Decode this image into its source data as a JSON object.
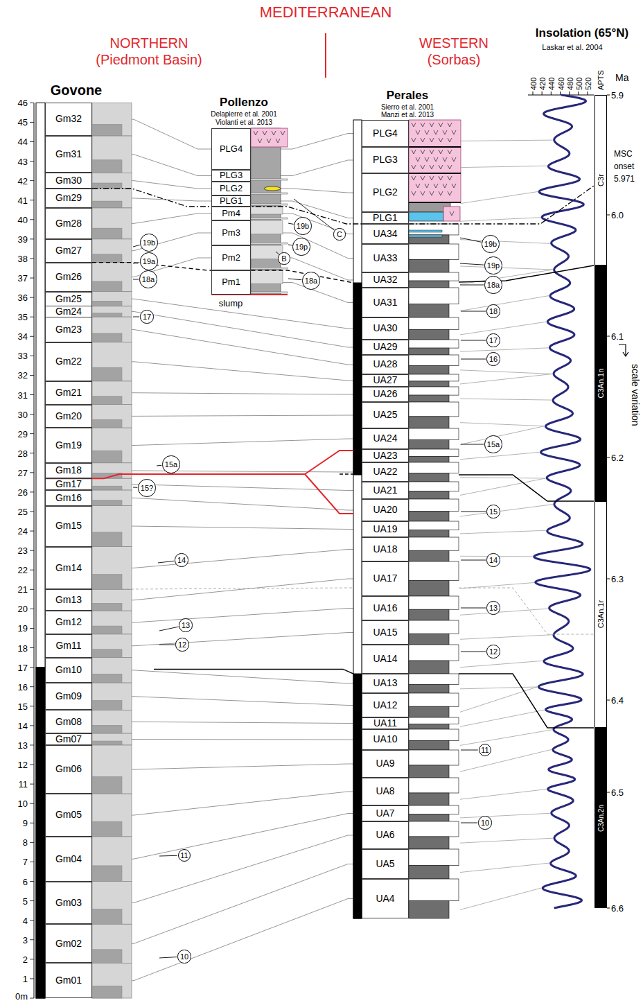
{
  "diagram": {
    "title": "MEDITERRANEAN",
    "nodes": [
      {
        "text": [
          "Gm32"
        ]
      },
      {
        "text": [
          "Gm31"
        ]
      },
      {
        "text": [
          "Gm30"
        ]
      },
      {
        "text": [
          "Gm29"
        ]
      },
      {
        "text": [
          "Gm28"
        ]
      },
      {
        "text": [
          "Gm27"
        ]
      },
      {
        "text": [
          "Gm26"
        ]
      },
      {
        "text": [
          "Gm25"
        ]
      },
      {
        "text": [
          "Gm24"
        ]
      },
      {
        "text": [
          "Gm23"
        ]
      },
      {
        "text": [
          "Gm22"
        ]
      },
      {
        "text": [
          "Gm21"
        ]
      },
      {
        "text": [
          "Gm20"
        ]
      },
      {
        "text": [
          "Gm19"
        ]
      },
      {
        "text": [
          "Gm18"
        ]
      },
      {
        "text": [
          "Gm17"
        ]
      },
      {
        "text": [
          "Gm16"
        ]
      },
      {
        "text": [
          "Gm15"
        ]
      },
      {
        "text": [
          "Gm14"
        ]
      },
      {
        "text": [
          "Gm13"
        ]
      },
      {
        "text": [
          "Gm12"
        ]
      },
      {
        "text": [
          "Gm11"
        ]
      },
      {
        "text": [
          "Gm10"
        ]
      },
      {
        "text": [
          "Gm09"
        ]
      },
      {
        "text": [
          "Gm08"
        ]
      },
      {
        "text": [
          "Gm07"
        ]
      },
      {
        "text": [
          "Gm06"
        ]
      },
      {
        "text": [
          "Gm05"
        ]
      },
      {
        "text": [
          "Gm04"
        ]
      },
      {
        "text": [
          "Gm03"
        ]
      },
      {
        "text": [
          "Gm02"
        ]
      },
      {
        "text": [
          "Gm01"
        ]
      },
      {
        "text": [
          "19b"
        ]
      },
      {
        "text": [
          "19a"
        ]
      },
      {
        "text": [
          "18a"
        ]
      },
      {
        "text": [
          "17"
        ]
      },
      {
        "text": [
          "15a"
        ]
      },
      {
        "text": [
          "15?"
        ]
      },
      {
        "text": [
          "14"
        ]
      },
      {
        "text": [
          "13"
        ]
      },
      {
        "text": [
          "12"
        ]
      },
      {
        "text": [
          "11"
        ]
      },
      {
        "text": [
          "10"
        ]
      },
      {
        "text": [
          "PLG4"
        ]
      },
      {
        "text": [
          "PLG3"
        ]
      },
      {
        "text": [
          "PLG2"
        ]
      },
      {
        "text": [
          "PLG1"
        ]
      },
      {
        "text": [
          "Pm4"
        ]
      },
      {
        "text": [
          "Pm3"
        ]
      },
      {
        "text": [
          "Pm2"
        ]
      },
      {
        "text": [
          "Pm1"
        ]
      },
      {
        "text": [
          "19b"
        ]
      },
      {
        "text": [
          "C"
        ]
      },
      {
        "text": [
          "19p"
        ]
      },
      {
        "text": [
          "B"
        ]
      },
      {
        "text": [
          "18a"
        ]
      },
      {
        "text": [
          "PLG4"
        ]
      },
      {
        "text": [
          "PLG3"
        ]
      },
      {
        "text": [
          "PLG2"
        ]
      },
      {
        "text": [
          "PLG1"
        ]
      },
      {
        "text": [
          "UA34"
        ]
      },
      {
        "text": [
          "UA33"
        ]
      },
      {
        "text": [
          "UA32"
        ]
      },
      {
        "text": [
          "UA31"
        ]
      },
      {
        "text": [
          "UA30"
        ]
      },
      {
        "text": [
          "UA29"
        ]
      },
      {
        "text": [
          "UA28"
        ]
      },
      {
        "text": [
          "UA27"
        ]
      },
      {
        "text": [
          "UA26"
        ]
      },
      {
        "text": [
          "UA25"
        ]
      },
      {
        "text": [
          "UA24"
        ]
      },
      {
        "text": [
          "UA23"
        ]
      },
      {
        "text": [
          "UA22"
        ]
      },
      {
        "text": [
          "UA21"
        ]
      },
      {
        "text": [
          "UA20"
        ]
      },
      {
        "text": [
          "UA19"
        ]
      },
      {
        "text": [
          "UA18"
        ]
      },
      {
        "text": [
          "UA17"
        ]
      },
      {
        "text": [
          "UA16"
        ]
      },
      {
        "text": [
          "UA15"
        ]
      },
      {
        "text": [
          "UA14"
        ]
      },
      {
        "text": [
          "UA13"
        ]
      },
      {
        "text": [
          "UA12"
        ]
      },
      {
        "text": [
          "UA11"
        ]
      },
      {
        "text": [
          "UA10"
        ]
      },
      {
        "text": [
          "UA9"
        ]
      },
      {
        "text": [
          "UA8"
        ]
      },
      {
        "text": [
          "UA7"
        ]
      },
      {
        "text": [
          "UA6"
        ]
      },
      {
        "text": [
          "UA5"
        ]
      },
      {
        "text": [
          "UA4"
        ]
      },
      {
        "text": [
          "19b"
        ]
      },
      {
        "text": [
          "19p"
        ]
      },
      {
        "text": [
          "18a"
        ]
      },
      {
        "text": [
          "18"
        ]
      },
      {
        "text": [
          "17"
        ]
      },
      {
        "text": [
          "16"
        ]
      },
      {
        "text": [
          "15a"
        ]
      },
      {
        "text": [
          "15"
        ]
      },
      {
        "text": [
          "14"
        ]
      },
      {
        "text": [
          "13"
        ]
      },
      {
        "text": [
          "12"
        ]
      },
      {
        "text": [
          "11"
        ]
      },
      {
        "text": [
          "10"
        ]
      },
      {
        "text": [
          "C3r"
        ]
      },
      {
        "text": [
          "C3An.1n"
        ]
      },
      {
        "text": [
          "C3An.1r"
        ]
      },
      {
        "text": [
          "C3An.2n"
        ]
      }
    ],
    "edges": [
      {
        "from": 0,
        "to": 43,
        "arrow": "none"
      },
      {
        "from": 1,
        "to": 44,
        "arrow": "none"
      },
      {
        "from": 2,
        "to": 45,
        "arrow": "none"
      },
      {
        "from": 3,
        "to": 46,
        "arrow": "none"
      },
      {
        "from": 4,
        "to": 47,
        "arrow": "none"
      },
      {
        "from": 5,
        "to": 48,
        "arrow": "none"
      },
      {
        "from": 6,
        "to": 49,
        "arrow": "none"
      },
      {
        "from": 43,
        "to": 56,
        "arrow": "none"
      },
      {
        "from": 44,
        "to": 57,
        "arrow": "none"
      },
      {
        "from": 45,
        "to": 58,
        "arrow": "none"
      },
      {
        "from": 46,
        "to": 59,
        "arrow": "none"
      },
      {
        "from": 47,
        "to": 60,
        "arrow": "none"
      },
      {
        "from": 48,
        "to": 61,
        "arrow": "none"
      },
      {
        "from": 49,
        "to": 62,
        "arrow": "none"
      },
      {
        "from": 50,
        "to": 63,
        "arrow": "none"
      },
      {
        "from": 7,
        "to": 64,
        "arrow": "none"
      },
      {
        "from": 8,
        "to": 65,
        "arrow": "none"
      },
      {
        "from": 9,
        "to": 66,
        "arrow": "none"
      },
      {
        "from": 10,
        "to": 67,
        "arrow": "none"
      },
      {
        "from": 11,
        "to": 68,
        "arrow": "none"
      },
      {
        "from": 12,
        "to": 69,
        "arrow": "none"
      },
      {
        "from": 13,
        "to": 70,
        "arrow": "none"
      },
      {
        "from": 14,
        "to": 72,
        "arrow": "none"
      },
      {
        "from": 15,
        "to": 73,
        "arrow": "none"
      },
      {
        "from": 16,
        "to": 74,
        "arrow": "none"
      },
      {
        "from": 17,
        "to": 75,
        "arrow": "none"
      },
      {
        "from": 18,
        "to": 76,
        "arrow": "none"
      },
      {
        "from": 19,
        "to": 77,
        "arrow": "none"
      },
      {
        "from": 20,
        "to": 78,
        "arrow": "none"
      },
      {
        "from": 21,
        "to": 79,
        "arrow": "none"
      },
      {
        "from": 22,
        "to": 81,
        "arrow": "none"
      },
      {
        "from": 23,
        "to": 82,
        "arrow": "none"
      },
      {
        "from": 24,
        "to": 83,
        "arrow": "none"
      },
      {
        "from": 25,
        "to": 84,
        "arrow": "none"
      },
      {
        "from": 26,
        "to": 85,
        "arrow": "none"
      },
      {
        "from": 27,
        "to": 86,
        "arrow": "none"
      },
      {
        "from": 28,
        "to": 87,
        "arrow": "none"
      },
      {
        "from": 29,
        "to": 88,
        "arrow": "none"
      },
      {
        "from": 30,
        "to": 89,
        "arrow": "none"
      },
      {
        "from": 31,
        "to": 90,
        "arrow": "none"
      }
    ],
    "labels": [
      "NORTHERN",
      "(Piedmont Basin)",
      "WESTERN",
      "(Sorbas)",
      "Insolation (65°N)",
      "Laskar et al. 2004",
      "400",
      "420",
      "440",
      "460",
      "480",
      "500",
      "520",
      "APTS",
      "Ma",
      "Govone",
      "Pollenzo",
      "Delapierre et al. 2001",
      "Violanti et al. 2013",
      "Perales",
      "Sierro et al. 2001",
      "Manzi et al. 2013",
      "MSC onset 5.971",
      "scale variation",
      "slump",
      "5.9",
      "6.0",
      "6.1",
      "6.2",
      "6.3",
      "6.4",
      "6.5",
      "6.6",
      "46",
      "45",
      "44",
      "43",
      "42",
      "41",
      "40",
      "39",
      "38",
      "37",
      "36",
      "35",
      "34",
      "33",
      "32",
      "31",
      "30",
      "29",
      "28",
      "27",
      "26",
      "25",
      "24",
      "23",
      "22",
      "21",
      "20",
      "19",
      "18",
      "17",
      "16",
      "15",
      "14",
      "13",
      "12",
      "11",
      "10",
      "9",
      "8",
      "7",
      "6",
      "5",
      "4",
      "3",
      "2",
      "1",
      "0m"
    ]
  }
}
